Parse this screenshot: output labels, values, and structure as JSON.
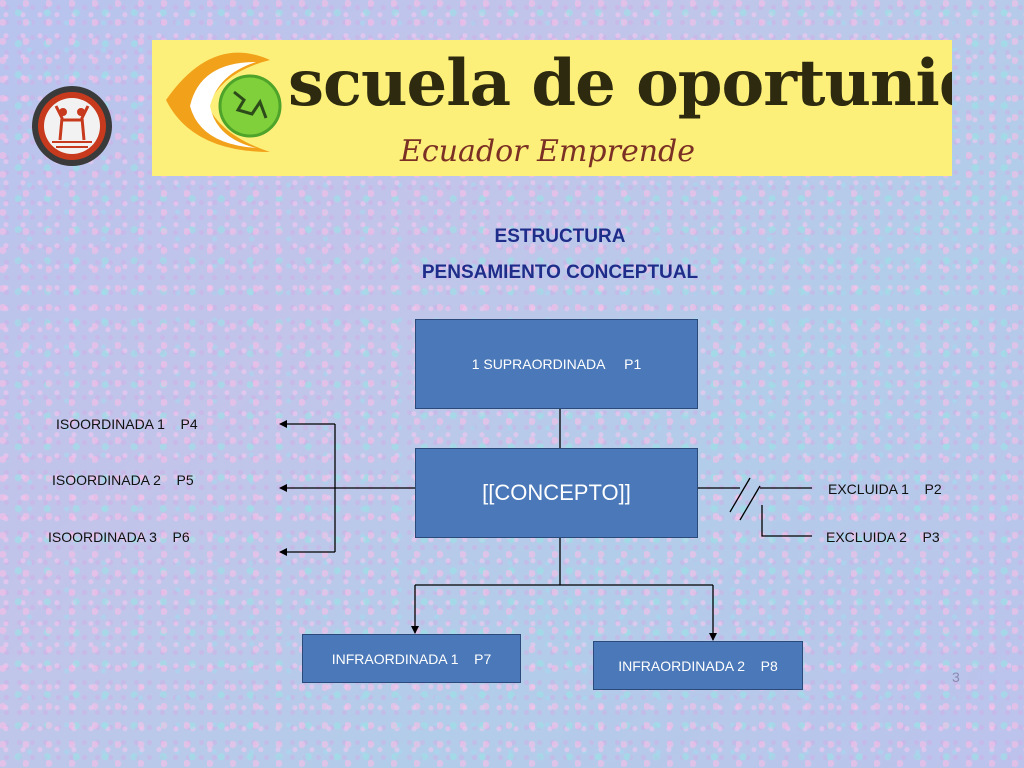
{
  "logo": {
    "main_text": "scuela de oportunidades",
    "sub_text": "Ecuador Emprende"
  },
  "title": {
    "line1": "ESTRUCTURA",
    "line2": "PENSAMIENTO CONCEPTUAL"
  },
  "diagram": {
    "supraordinada": "1 SUPRAORDINADA     P1",
    "concepto": "[[CONCEPTO]]",
    "isoordinadas": [
      "ISOORDINADA 1    P4",
      "ISOORDINADA 2    P5",
      "ISOORDINADA 3    P6"
    ],
    "excluidas": [
      "EXCLUIDA 1    P2",
      "EXCLUIDA 2    P3"
    ],
    "infraordinadas": [
      "INFRAORDINADA 1    P7",
      "INFRAORDINADA 2    P8"
    ]
  },
  "page_number": "3",
  "colors": {
    "box_fill": "#4a78b8",
    "title": "#1f2d8a",
    "banner": "#fdf07a"
  }
}
